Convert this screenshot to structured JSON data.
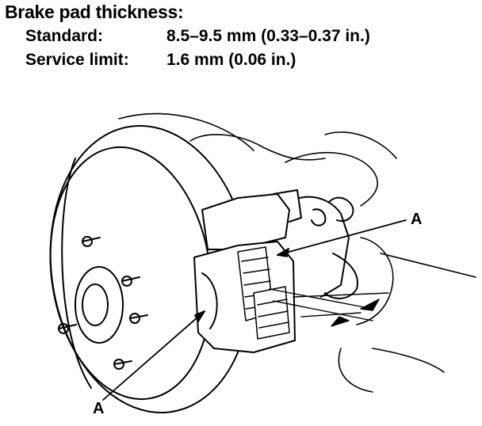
{
  "spec": {
    "title": "Brake pad thickness:",
    "standard_label": "Standard:",
    "standard_value": "8.5–9.5 mm (0.33–0.37 in.)",
    "service_label": "Service limit:",
    "service_value": "1.6 mm (0.06 in.)"
  },
  "callouts": {
    "right": "A",
    "left": "A"
  }
}
